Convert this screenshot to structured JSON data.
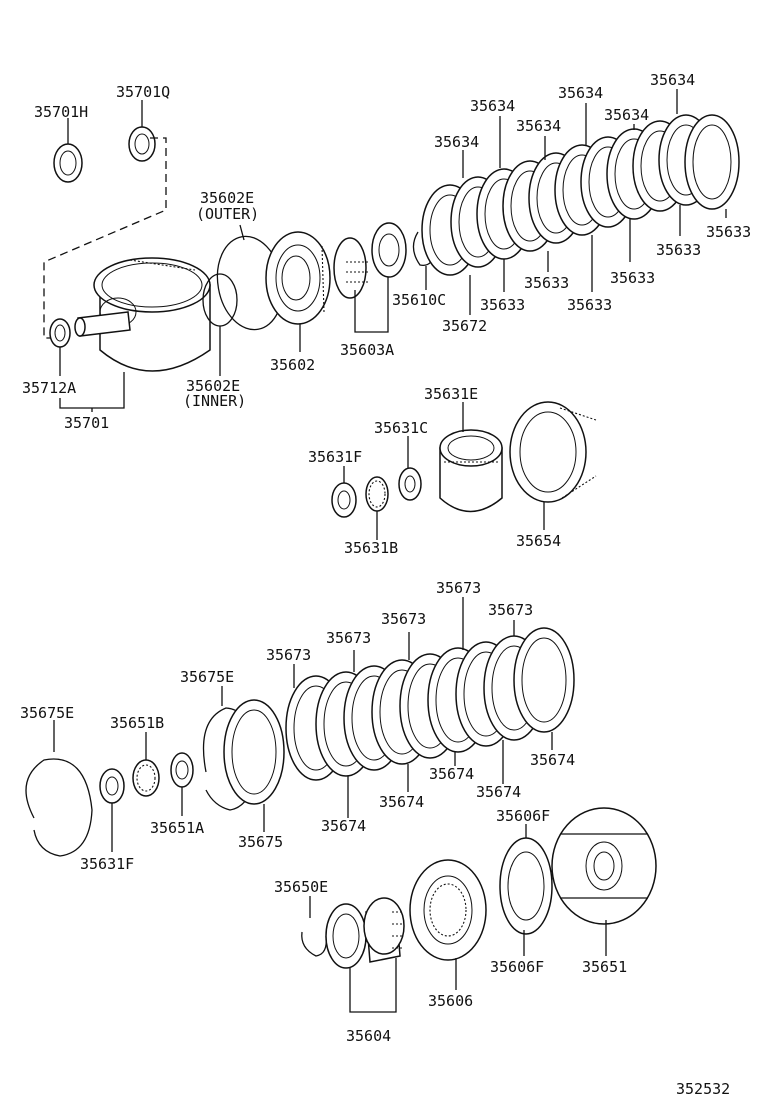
{
  "diagram": {
    "ref_code": "352532",
    "labels": {
      "l35701H": "35701H",
      "l35701Q": "35701Q",
      "l35602E_outer": "35602E",
      "l_outer": "(OUTER)",
      "l35602E_inner": "35602E",
      "l_inner": "(INNER)",
      "l35712A": "35712A",
      "l35701": "35701",
      "l35602": "35602",
      "l35603A": "35603A",
      "l35610C": "35610C",
      "l35672": "35672",
      "l35634_a": "35634",
      "l35634_b": "35634",
      "l35634_c": "35634",
      "l35634_d": "35634",
      "l35634_e": "35634",
      "l35634_f": "35634",
      "l35633_a": "35633",
      "l35633_b": "35633",
      "l35633_c": "35633",
      "l35633_d": "35633",
      "l35633_e": "35633",
      "l35633_f": "35633",
      "l35631E": "35631E",
      "l35631C": "35631C",
      "l35631F_top": "35631F",
      "l35631B": "35631B",
      "l35654": "35654",
      "l35675E_left": "35675E",
      "l35651B": "35651B",
      "l35675E": "35675E",
      "l35673_a": "35673",
      "l35673_b": "35673",
      "l35673_c": "35673",
      "l35673_d": "35673",
      "l35673_e": "35673",
      "l35674_a": "35674",
      "l35674_b": "35674",
      "l35674_c": "35674",
      "l35674_d": "35674",
      "l35674_e": "35674",
      "l35631F_bottom": "35631F",
      "l35651A": "35651A",
      "l35675": "35675",
      "l35606F_top": "35606F",
      "l35606F_bottom": "35606F",
      "l35650E": "35650E",
      "l35651": "35651",
      "l35606": "35606",
      "l35604": "35604"
    }
  }
}
